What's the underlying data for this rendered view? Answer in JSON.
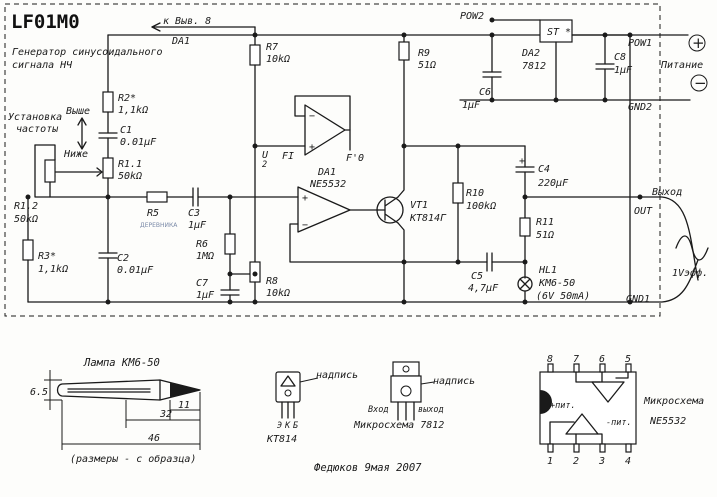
{
  "title": "LF01M0",
  "subtitle_line1": "Генератор синусоидального",
  "subtitle_line2": "сигнала НЧ",
  "pin8_label": "к Выв. 8",
  "da1_top_label": "DA1",
  "adjust_label_line1": "Установка",
  "adjust_label_line2": "частоты",
  "higher_label": "Выше",
  "lower_label": "Ниже",
  "components": {
    "r2": {
      "name": "R2*",
      "value": "1,1kΩ"
    },
    "c1": {
      "name": "C1",
      "value": "0.01μF"
    },
    "r11": {
      "name": "R1.1",
      "value": "50kΩ"
    },
    "r12": {
      "name": "R1.2",
      "value": "50kΩ"
    },
    "r3": {
      "name": "R3*",
      "value": "1,1kΩ"
    },
    "c2": {
      "name": "C2",
      "value": "0.01μF"
    },
    "r5": {
      "name": "R5",
      "value": ""
    },
    "c3": {
      "name": "C3",
      "value": "1μF"
    },
    "r6": {
      "name": "R6",
      "value": "1MΩ"
    },
    "c7": {
      "name": "C7",
      "value": "1μF"
    },
    "r7": {
      "name": "R7",
      "value": "10kΩ"
    },
    "r8": {
      "name": "R8",
      "value": "10kΩ"
    },
    "r9": {
      "name": "R9",
      "value": "51Ω"
    },
    "r10": {
      "name": "R10",
      "value": "100kΩ"
    },
    "c4": {
      "name": "C4",
      "value": "220μF"
    },
    "r11out": {
      "name": "R11",
      "value": "51Ω"
    },
    "c5": {
      "name": "C5",
      "value": "4,7μF"
    },
    "hl1": {
      "name": "HL1",
      "value": "КМ6-50",
      "note": "(6V 50mA)"
    },
    "c6": {
      "name": "C6",
      "value": "1μF"
    },
    "c8": {
      "name": "C8",
      "value": "1μF"
    },
    "da2": {
      "name": "DA2",
      "value": "7812"
    },
    "st": {
      "name": "ST *"
    },
    "da1": {
      "name": "DA1",
      "value": "NE5532"
    },
    "vt1": {
      "name": "VT1",
      "value": "КТ814Г"
    }
  },
  "watermark": "ДЕРЕВНИКА",
  "opamp_labels": {
    "half": "U",
    "half_den": "2",
    "fi": "FI",
    "fo": "F'0"
  },
  "nets": {
    "pow2": "POW2",
    "pow1": "POW1",
    "gnd2": "GND2",
    "gnd1": "GND1",
    "out": "OUT"
  },
  "power_label": "Питание",
  "plus_sign": "+",
  "minus_sign": "−",
  "output_label": "Выход",
  "output_level": "1Vэфф.",
  "lamp": {
    "title": "Лампа КМ6-50",
    "dim_height": "6.5",
    "dim_tip": "11",
    "dim_mid": "32",
    "dim_total": "46",
    "note": "(размеры - с образца)"
  },
  "transistor_pkg": {
    "marking_label": "надпись",
    "pins": [
      "Э",
      "К",
      "Б"
    ],
    "name": "КТ814"
  },
  "regulator_pkg": {
    "marking_label": "надпись",
    "in_label": "Вход",
    "out_label": "выход",
    "name": "Микросхема 7812"
  },
  "ic_pkg": {
    "top_pins": [
      "8",
      "7",
      "6",
      "5"
    ],
    "bottom_pins": [
      "1",
      "2",
      "3",
      "4"
    ],
    "plus_supply": "+пит.",
    "minus_supply": "-пит.",
    "name_line1": "Микросхема",
    "name_line2": "NE5532"
  },
  "signature": "Федюков  9мая 2007"
}
